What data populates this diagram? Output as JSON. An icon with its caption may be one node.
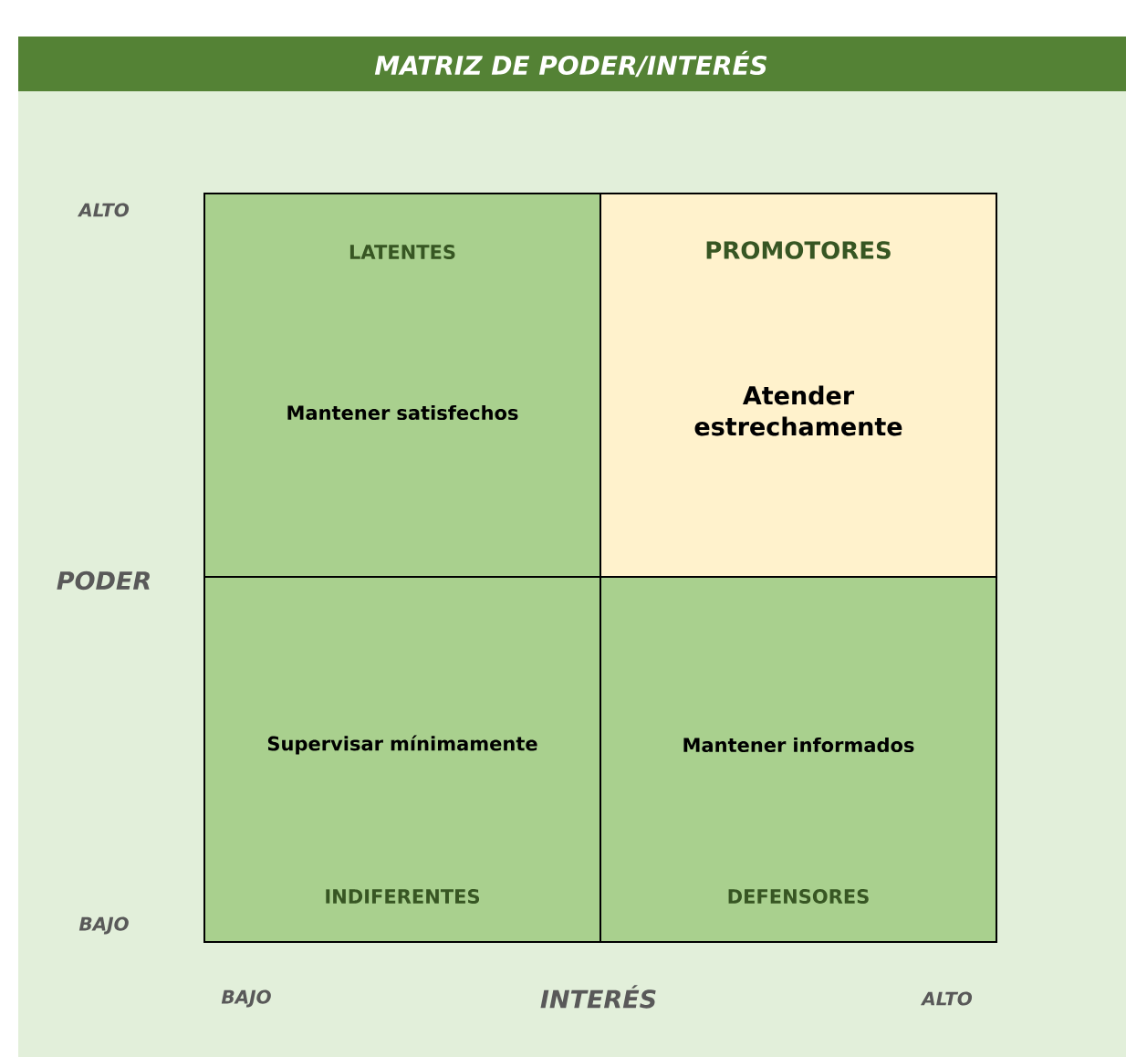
{
  "diagram": {
    "title": "MATRIZ DE PODER/INTERÉS",
    "nodes": [
      {
        "text": [
          "LATENTES",
          "Mantener satisfechos"
        ]
      },
      {
        "text": [
          "PROMOTORES",
          "Atender estrechamente"
        ]
      },
      {
        "text": [
          "Supervisar mínimamente",
          "INDIFERENTES"
        ]
      },
      {
        "text": [
          "Mantener informados",
          "DEFENSORES"
        ]
      }
    ],
    "labels": [
      "ALTO",
      "PODER",
      "BAJO",
      "BAJO",
      "INTERÉS",
      "ALTO"
    ]
  }
}
